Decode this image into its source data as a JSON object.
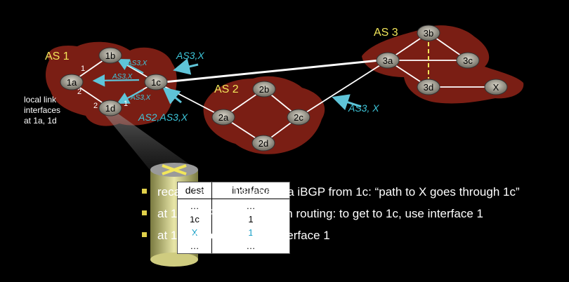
{
  "as_labels": {
    "as1": "AS 1",
    "as2": "AS 2",
    "as3": "AS 3"
  },
  "routers": {
    "r1a": "1a",
    "r1b": "1b",
    "r1c": "1c",
    "r1d": "1d",
    "r2a": "2a",
    "r2b": "2b",
    "r2c": "2c",
    "r2d": "2d",
    "r3a": "3a",
    "r3b": "3b",
    "r3c": "3c",
    "r3d": "3d",
    "x": "X"
  },
  "interface_numbers": {
    "n1a_top": "1",
    "n2": "2",
    "n2_1d": "2",
    "n1_1d": "1"
  },
  "advertisements": {
    "as3x_outer": "AS3,X",
    "as3x_1b": "AS3,X",
    "as3x_1a": "AS3,X",
    "as3x_1d": "AS3,X",
    "as2as3x": "AS2,AS3,X",
    "as3x_2c": "AS3, X"
  },
  "side_note": {
    "line1": "local link",
    "line2": "interfaces",
    "line3": "at 1a, 1d"
  },
  "forwarding_table": {
    "headers": [
      "dest",
      "interface"
    ],
    "rows": [
      {
        "dest": "…",
        "interface": "…"
      },
      {
        "dest": "1c",
        "interface": "1"
      },
      {
        "dest": "X",
        "interface": "1"
      },
      {
        "dest": "…",
        "interface": "…"
      }
    ]
  },
  "bullets": [
    "recall: 1a, 1b, 1d learn via iBGP from 1c: “path to X goes through 1c”",
    "at 1d: OSPF intra-domain routing: to get to 1c, use  interface 1",
    "at 1d: to get to X, use  interface 1"
  ],
  "colors": {
    "as_fill": "#7a1e14",
    "advert_text": "#3ec8dc",
    "arrow": "#5fc4d8",
    "label_yellow": "#f2e65a",
    "bullet": "#e0d04a"
  }
}
